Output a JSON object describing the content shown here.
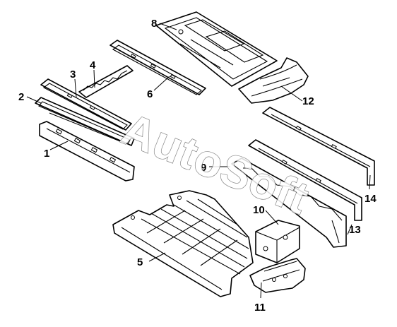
{
  "watermark": "AutoSoft",
  "callouts": {
    "c1": "1",
    "c2": "2",
    "c3": "3",
    "c4": "4",
    "c5": "5",
    "c6": "6",
    "c8": "8",
    "c9": "9",
    "c10": "10",
    "c11": "11",
    "c12": "12",
    "c13": "13",
    "c14": "14"
  },
  "colors": {
    "line": "#000000",
    "background": "#ffffff",
    "watermark_outline": "#6f6f6f"
  }
}
